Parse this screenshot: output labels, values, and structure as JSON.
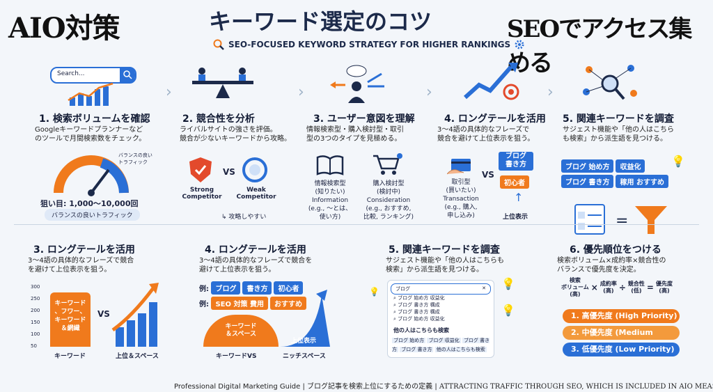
{
  "header": {
    "left": "AIO対策",
    "center": "キーワード選定のコツ",
    "right": "SEOでアクセス集める",
    "subtitle": "SEO-FOCUSED KEYWORD STRATEGY FOR HIGHER RANKINGS"
  },
  "top": {
    "s1": {
      "search_text": "Search...",
      "title": "1. 検索ボリュームを確認",
      "desc1": "Googleキーワードプランナーなど",
      "desc2": "のツールで月間検索数をチェック。",
      "gauge_note1": "バランスの良い",
      "gauge_note2": "トラフィック",
      "target": "狙い目: 1,000〜10,000回",
      "badge": "バランスの良いトラフィック"
    },
    "s2": {
      "title": "2. 競合性を分析",
      "desc1": "ライバルサイトの強さを評価。",
      "desc2": "競合が少ないキーワードから攻略。",
      "strong1": "Strong",
      "strong2": "Competitor",
      "vs": "VS",
      "weak1": "Weak",
      "weak2": "Competitor",
      "easy": "攻略しやすい"
    },
    "s3": {
      "title": "3. ユーザー意図を理解",
      "desc1": "情報検索型・購入検討型・取引",
      "desc2": "型の3つのタイプを見極める。",
      "info1": "情報検索型",
      "info2": "(知りたい)",
      "info3": "Information",
      "info4": "(e.g., 〜とは、",
      "info5": "使い方)",
      "cons1": "購入検討型",
      "cons2": "(検討中)",
      "cons3": "Consideration",
      "cons4": "(e.g., おすすめ,",
      "cons5": "比較, ランキング)"
    },
    "s4": {
      "title": "4. ロングテールを活用",
      "desc1": "3〜4語の具体的なフレーズで",
      "desc2": "競合を避けて上位表示を狙う。",
      "tr1": "取引型",
      "tr2": "(買いたい)",
      "tr3": "Transaction",
      "tr4": "(e.g., 購入,",
      "tr5": "申し込み)",
      "vs": "VS",
      "b1": "ブログ",
      "b2": "書き方",
      "beginner": "初心者",
      "rank": "上位表示"
    },
    "s5": {
      "title": "5. 関連キーワードを調査",
      "desc1": "サジェスト機能や「他の人はこちら",
      "desc2": "も検索」から派生語を見つける。",
      "chips": [
        "ブログ 始め方",
        "収益化",
        "ブログ 書き方",
        "稼用 おすすめ"
      ]
    }
  },
  "bottom": {
    "b3": {
      "title": "3. ロングテールを活用",
      "desc1": "3〜4語の具体的なフレーズで競合",
      "desc2": "を避けて上位表示を狙う。",
      "yticks": [
        "300",
        "250",
        "200",
        "150",
        "100",
        "50"
      ],
      "box": "キーワード\n、フワー、\nキーワード\n＆網繊",
      "vs": "VS",
      "x1": "キーワード",
      "x2": "上位＆スペース"
    },
    "b4": {
      "title": "4. ロングテールを活用",
      "desc1": "3〜4語の具体的なフレーズで競合を",
      "desc2": "避けて上位表示を狙う。",
      "ex": "例:",
      "row1": [
        "ブログ",
        "書き方",
        "初心者"
      ],
      "row2": [
        "SEO 対策 費用",
        "おすすめ"
      ],
      "dome": "キーワード\n＆スペース",
      "top_label": "上位表示",
      "x1": "キーワードVS",
      "x2": "ニッチスペース"
    },
    "b5": {
      "title": "5. 関連キーワードを調査",
      "desc1": "サジェスト機能や「他の人はこちらも",
      "desc2": "検索」から派生語を見つける。",
      "search": "ブログ",
      "sugs": [
        "ブログ 始め方 収益化",
        "ブログ 書き方 構成",
        "ブログ 書き方 構成",
        "ブログ 始め方 収益化"
      ],
      "also": "他の人はこちらも検索",
      "also_chips": [
        "ブログ 始め方",
        "ブログ 収益化",
        "ブログ 書き方",
        "ブログ 書き方",
        "他の人はこちらも検索"
      ]
    },
    "b6": {
      "title": "6. 優先順位をつける",
      "desc1": "検索ボリューム×成約率×競合性の",
      "desc2": "バランスで優先度を決定。",
      "f1": "検索\nボリューム\n(高)",
      "f2": "成約率\n(高)",
      "f3": "競合性\n(低)",
      "f4": "優先度\n(高)",
      "ops": [
        "×",
        "×",
        "÷",
        "="
      ],
      "pri": [
        "1. 高優先度 (High Priority)",
        "2. 中優先度 (Medium Priority)",
        "3. 低優先度 (Low Priority)"
      ]
    }
  },
  "footer": {
    "a": "Professional Digital Marketing Guide",
    "sep": "|",
    "b": "ブログ記事を検索上位にするための定義",
    "c": "ATTRACTING TRAFFIC THROUGH SEO, WHICH IS INCLUDED IN AIO MEASURES."
  },
  "colors": {
    "accent_blue": "#2a6fd6",
    "accent_orange": "#f07a1c",
    "dark_navy": "#1c2a4a"
  }
}
